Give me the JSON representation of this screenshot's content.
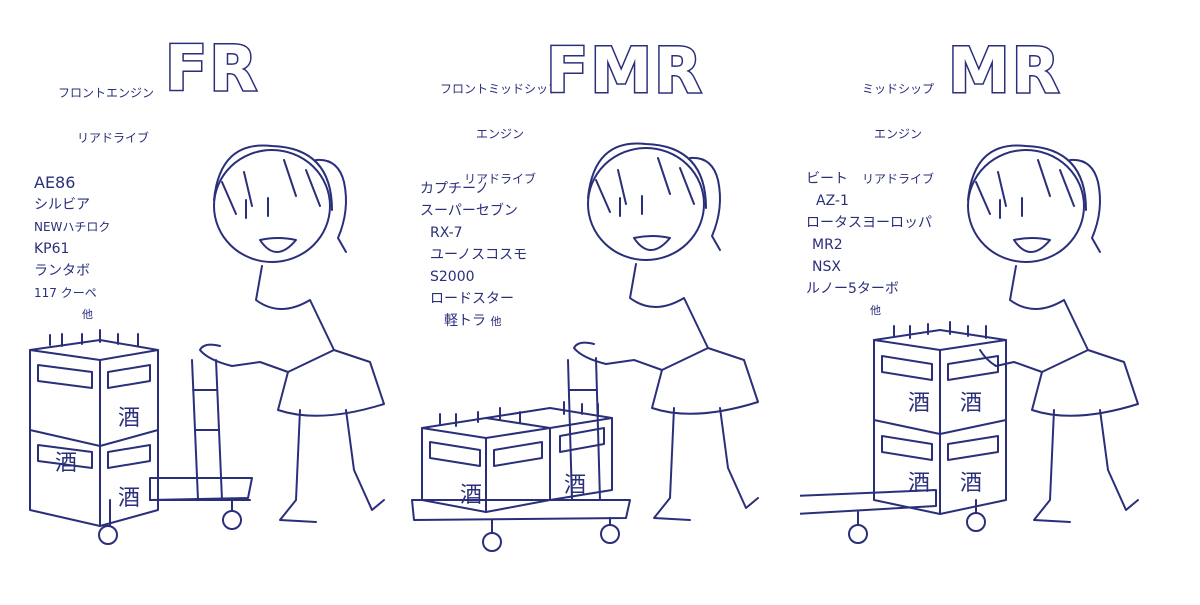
{
  "panels": [
    {
      "id": "fr",
      "title": "FR",
      "subtitle_lines": [
        "フロントエンジン",
        "リアドライブ"
      ],
      "cars": [
        "AE86",
        "シルビア",
        "NEWハチロク",
        "KP61",
        "ランタボ",
        "117 クーペ"
      ],
      "etc": "他"
    },
    {
      "id": "fmr",
      "title": "FMR",
      "subtitle_lines": [
        "フロントミッドシップ",
        "エンジン",
        "リアドライブ"
      ],
      "cars": [
        "カプチーノ",
        "スーパーセブン",
        "RX-7",
        "ユーノスコスモ",
        "S2000",
        "ロードスター",
        "軽トラ"
      ],
      "etc": "他"
    },
    {
      "id": "mr",
      "title": "MR",
      "subtitle_lines": [
        "ミッドシップ",
        "エンジン",
        "リアドライブ"
      ],
      "cars": [
        "ビート",
        "AZ-1",
        "ロータスヨーロッパ",
        "MR2",
        "NSX",
        "ルノー5ターボ"
      ],
      "etc": "他"
    }
  ],
  "crate_label": "酒",
  "colors": {
    "ink": "#2a2f7a",
    "paper": "#ffffff"
  }
}
